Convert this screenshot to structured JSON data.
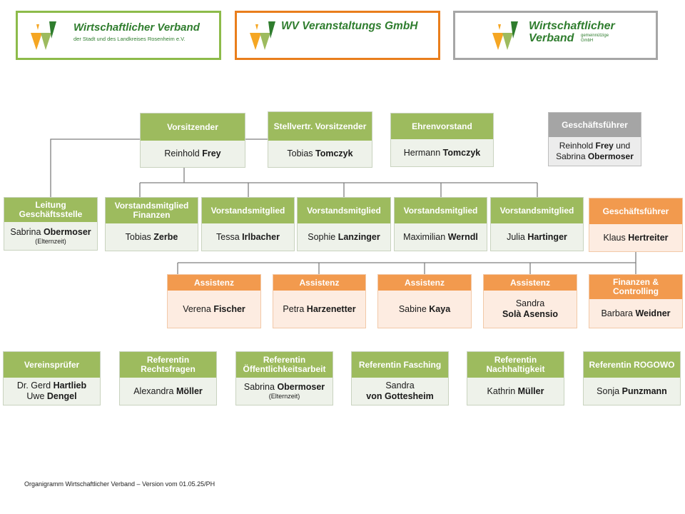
{
  "logos": {
    "wv": {
      "name": "Wirtschaftlicher Verband",
      "sub": "der Stadt und des Landkreises Rosenheim e.V."
    },
    "events": {
      "name": "WV Veranstaltungs GmbH"
    },
    "gem": {
      "name1": "Wirtschaftlicher",
      "name2": "Verband",
      "suffix1": "gemeinnützige",
      "suffix2": "GmbH"
    }
  },
  "colors": {
    "green": "#9dbb5e",
    "orange": "#f29a4e",
    "gray": "#a5a5a5",
    "logo_green": "#2f7d2e"
  },
  "board": {
    "vorsitz": {
      "title": "Vorsitzender",
      "first": "Reinhold",
      "last": "Frey"
    },
    "stellv": {
      "title": "Stellvertr. Vorsitzender",
      "first": "Tobias",
      "last": "Tomczyk"
    },
    "ehren": {
      "title": "Ehrenvorstand",
      "first": "Hermann",
      "last": "Tomczyk"
    },
    "gf_gem": {
      "title": "Geschäftsführer",
      "first1": "Reinhold",
      "last1": "Frey",
      "und": "und",
      "first2": "Sabrina",
      "last2": "Obermoser"
    }
  },
  "row2": {
    "leitung": {
      "title": "Leitung Geschäftsstelle",
      "first": "Sabrina",
      "last": "Obermoser",
      "note": "(Elternzeit)"
    },
    "members": [
      {
        "title": "Vorstandsmitglied Finanzen",
        "first": "Tobias",
        "last": "Zerbe"
      },
      {
        "title": "Vorstandsmitglied",
        "first": "Tessa",
        "last": "Irlbacher"
      },
      {
        "title": "Vorstandsmitglied",
        "first": "Sophie",
        "last": "Lanzinger"
      },
      {
        "title": "Vorstandsmitglied",
        "first": "Maximilian",
        "last": "Werndl"
      },
      {
        "title": "Vorstandsmitglied",
        "first": "Julia",
        "last": "Hartinger"
      }
    ],
    "gf_events": {
      "title": "Geschäftsführer",
      "first": "Klaus",
      "last": "Hertreiter"
    }
  },
  "row3": [
    {
      "title": "Assistenz",
      "first": "Verena",
      "last": "Fischer"
    },
    {
      "title": "Assistenz",
      "first": "Petra",
      "last": "Harzenetter"
    },
    {
      "title": "Assistenz",
      "first": "Sabine",
      "last": "Kaya"
    },
    {
      "title": "Assistenz",
      "first": "Sandra",
      "last": "Solà Asensio"
    },
    {
      "title": "Finanzen & Controlling",
      "first": "Barbara",
      "last": "Weidner"
    }
  ],
  "row4": {
    "pruefer": {
      "title": "Vereinsprüfer",
      "first1": "Dr. Gerd",
      "last1": "Hartlieb",
      "first2": "Uwe",
      "last2": "Dengel"
    },
    "refs": [
      {
        "title": "Referentin Rechtsfragen",
        "first": "Alexandra",
        "last": "Möller"
      },
      {
        "title": "Referentin Öffentlichkeitsarbeit",
        "first": "Sabrina",
        "last": "Obermoser",
        "note": "(Elternzeit)"
      },
      {
        "title": "Referentin Fasching",
        "first": "Sandra",
        "last": "von Gottesheim"
      },
      {
        "title": "Referentin Nachhaltigkeit",
        "first": "Kathrin",
        "last": "Müller"
      },
      {
        "title": "Referentin ROGOWO",
        "first": "Sonja",
        "last": "Punzmann"
      }
    ]
  },
  "footer": "Organigramm Wirtschaftlicher Verband – Version vom 01.05.25/PH"
}
